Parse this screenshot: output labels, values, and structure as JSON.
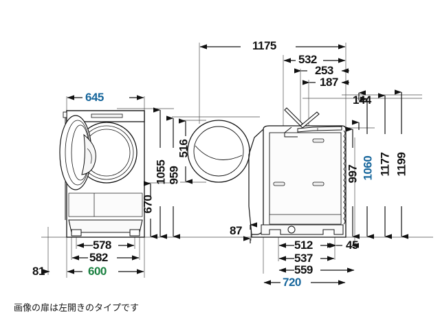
{
  "drawing": {
    "title_caption": "画像の扉は左開きのタイプです",
    "colors": {
      "line": "#111111",
      "accent_blue": "#15659b",
      "accent_green": "#1a8040",
      "background": "#ffffff"
    },
    "views": {
      "front": {
        "name": "front-view-washer",
        "door": "left-hinged-open-door"
      },
      "top": {
        "name": "top-view-drum"
      },
      "side": {
        "name": "side-view-washer"
      }
    },
    "dimensions": {
      "front_width_overall": "645",
      "front_base_inner": "578",
      "front_base_outer": "582",
      "front_base_total": "600",
      "front_left_offset": "81",
      "front_height_to_panel": "1055",
      "front_height_drum_center": "670",
      "top_depth_overall": "959",
      "top_drum_opening": "516",
      "side_door_open_span": "1175",
      "side_lid_dim_a": "532",
      "side_lid_dim_b": "253",
      "side_lid_dim_c": "187",
      "side_lid_height": "144",
      "side_height_body": "997",
      "side_height_total": "1060",
      "side_height_with_hose": "1177",
      "side_height_max": "1199",
      "side_base_inner": "512",
      "side_base_mid": "537",
      "side_base_outer": "559",
      "side_depth_total": "720",
      "side_rear_clearance": "45",
      "side_base_height": "87"
    }
  }
}
